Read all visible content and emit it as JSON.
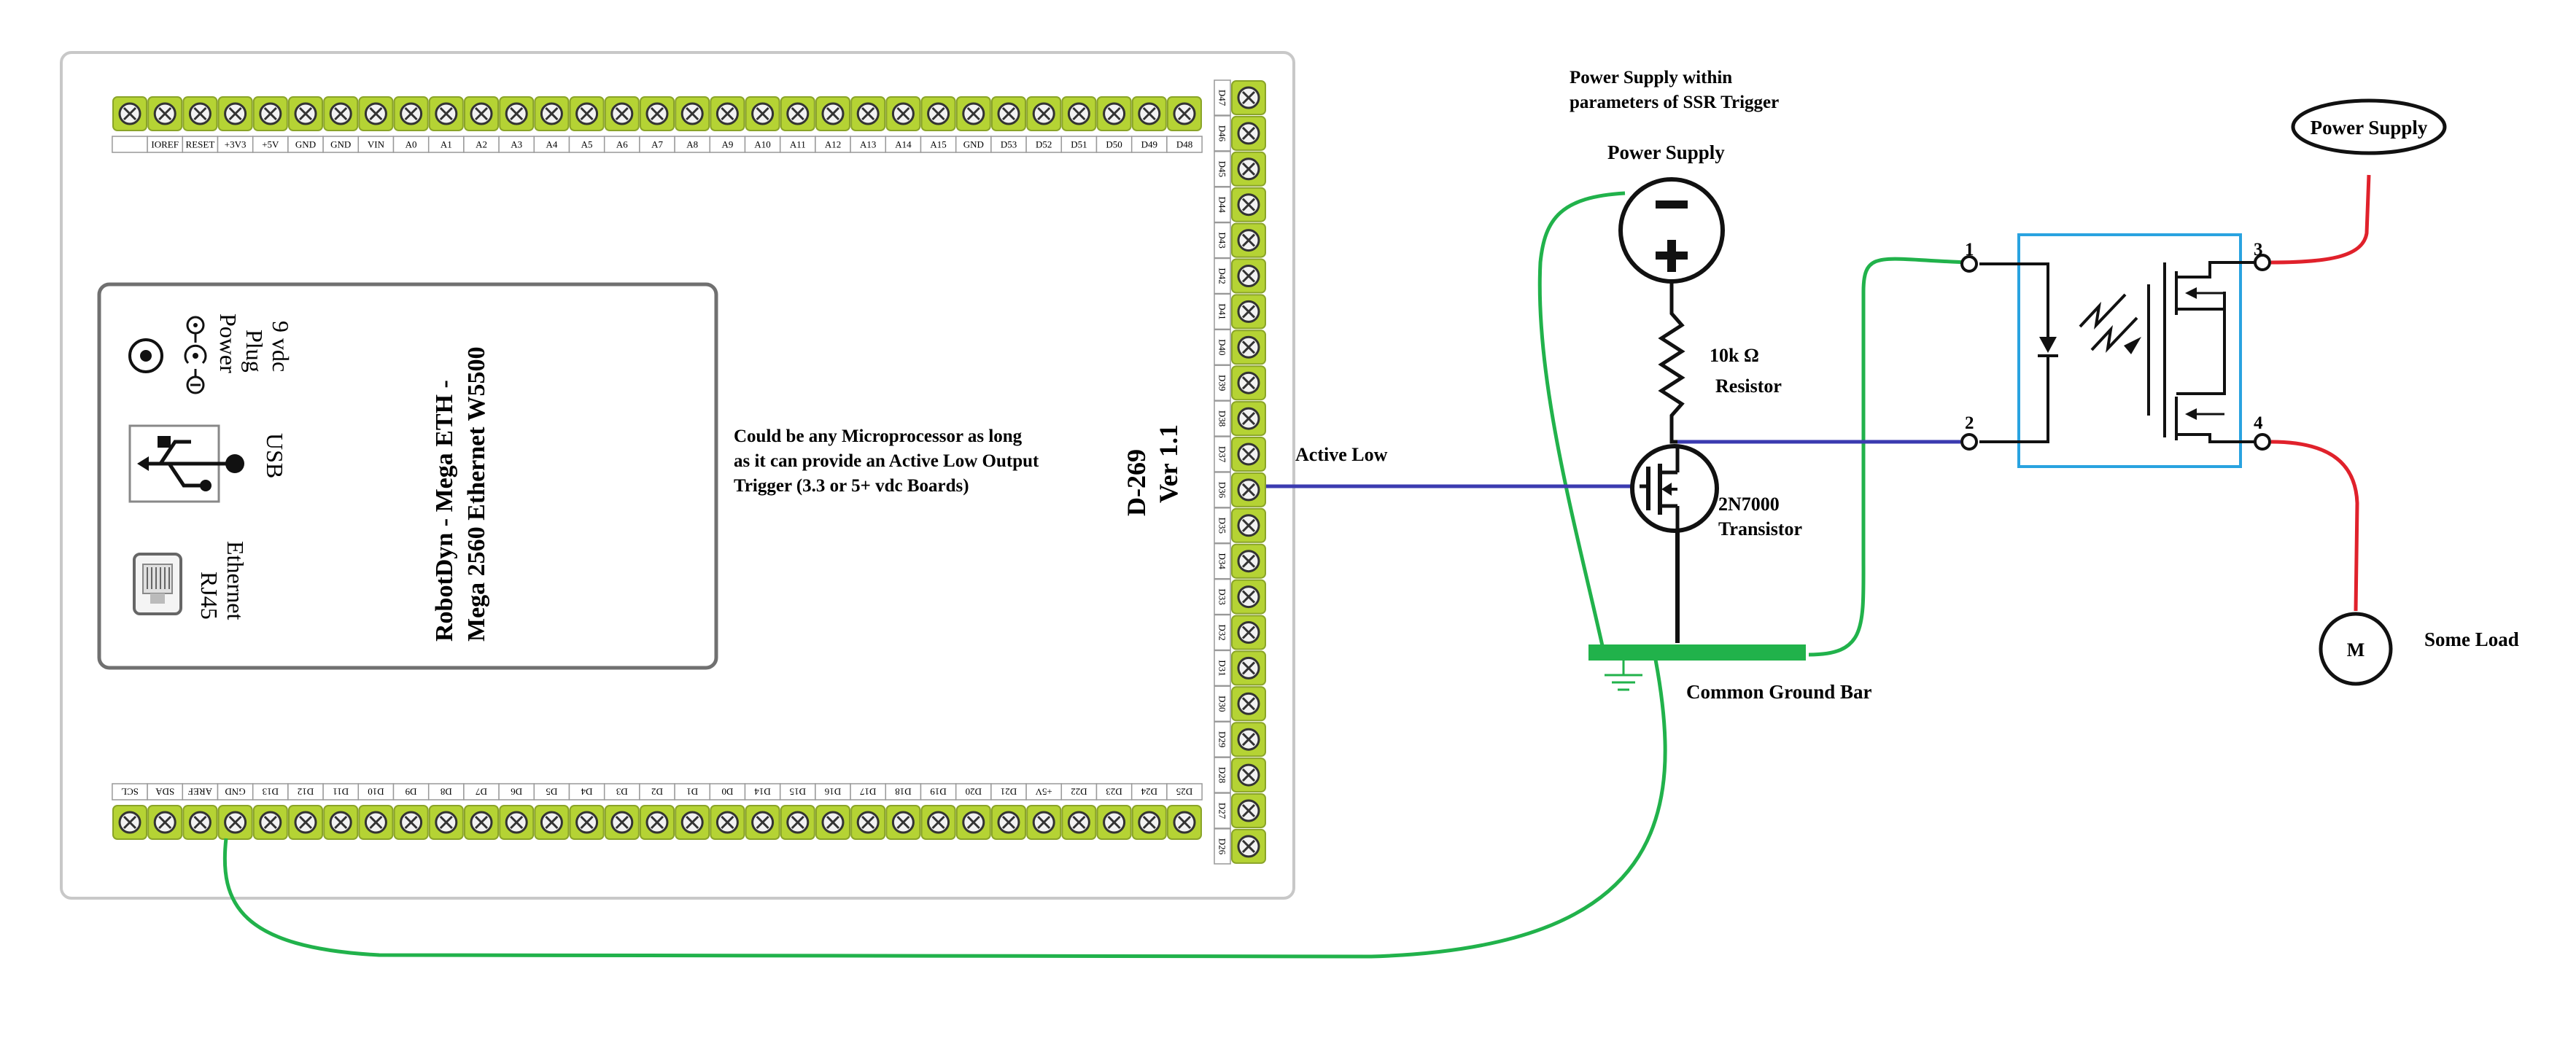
{
  "board": {
    "title_line1": "RobotDyn - Mega ETH -",
    "title_line2": "Mega 2560 Ethernet W5500",
    "version_line1": "D-269",
    "version_line2": "Ver 1.1",
    "note_lines": [
      "Could be any Microprocessor as long",
      "as it can provide an Active Low Output",
      "Trigger (3.3 or 5+ vdc Boards)"
    ],
    "power_plug_label": [
      "Power",
      "Plug",
      "9 vdc"
    ],
    "usb_label": "USB",
    "rj45_label": [
      "RJ45",
      "Ethernet"
    ],
    "top_pins": [
      "",
      "IOREF",
      "RESET",
      "+3V3",
      "+5V",
      "GND",
      "GND",
      "VIN",
      "A0",
      "A1",
      "A2",
      "A3",
      "A4",
      "A5",
      "A6",
      "A7",
      "A8",
      "A9",
      "A10",
      "A11",
      "A12",
      "A13",
      "A14",
      "A15",
      "GND",
      "D53",
      "D52",
      "D51",
      "D50",
      "D49",
      "D48"
    ],
    "bottom_pins": [
      "SCL",
      "SDA",
      "AREF",
      "GND",
      "D13",
      "D12",
      "D11",
      "D10",
      "D9",
      "D8",
      "D7",
      "D6",
      "D5",
      "D4",
      "D3",
      "D2",
      "D1",
      "D0",
      "D14",
      "D15",
      "D16",
      "D17",
      "D18",
      "D19",
      "D20",
      "D21",
      "+5V",
      "D22",
      "D23",
      "D24",
      "D25"
    ],
    "right_pins": [
      "D47",
      "D46",
      "D45",
      "D44",
      "D43",
      "D42",
      "D41",
      "D40",
      "D39",
      "D38",
      "D37",
      "D36",
      "D35",
      "D34",
      "D33",
      "D32",
      "D31",
      "D30",
      "D29",
      "D28",
      "D27",
      "D26"
    ]
  },
  "circuit": {
    "active_low": "Active Low",
    "ps_note_line1": "Power Supply within",
    "ps_note_line2": "parameters of SSR Trigger",
    "ps_label": "Power Supply",
    "resistor_line1": "10k Ω",
    "resistor_line2": "Resistor",
    "transistor_line1": "2N7000",
    "transistor_line2": "Transistor",
    "ground_bar": "Common Ground Bar",
    "ssr_pins": [
      "1",
      "2",
      "3",
      "4"
    ],
    "load_ps": "Power Supply",
    "load_label": "Some Load",
    "motor": "M"
  },
  "colors": {
    "terminal": "#b5d334",
    "wire_green": "#21b24b",
    "wire_blue": "#3b3bb0",
    "wire_red": "#e0212b",
    "ssr_box": "#29a3e0"
  }
}
